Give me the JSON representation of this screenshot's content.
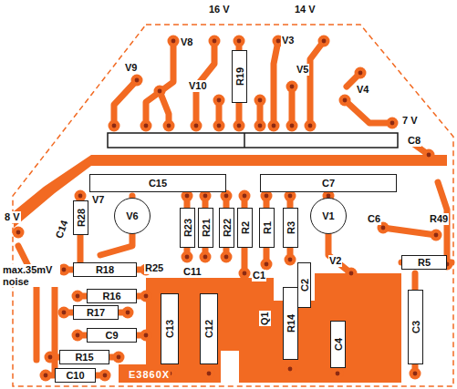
{
  "diagram": {
    "nodes": [
      {
        "text": [
          "C15"
        ]
      },
      {
        "text": [
          "C7"
        ]
      },
      {
        "text": [
          "R19"
        ]
      },
      {
        "text": [
          "V6"
        ]
      },
      {
        "text": [
          "R28"
        ]
      },
      {
        "text": [
          "R23"
        ]
      },
      {
        "text": [
          "R21"
        ]
      },
      {
        "text": [
          "R22"
        ]
      },
      {
        "text": [
          "R2"
        ]
      },
      {
        "text": [
          "R1"
        ]
      },
      {
        "text": [
          "R3"
        ]
      },
      {
        "text": [
          "V1"
        ]
      },
      {
        "text": [
          "R18"
        ]
      },
      {
        "text": [
          "R5"
        ]
      },
      {
        "text": [
          "R16"
        ]
      },
      {
        "text": [
          "R17"
        ]
      },
      {
        "text": [
          "C9"
        ]
      },
      {
        "text": [
          "R15"
        ]
      },
      {
        "text": [
          "C10"
        ]
      },
      {
        "text": [
          "C13"
        ]
      },
      {
        "text": [
          "C12"
        ]
      },
      {
        "text": [
          "R14"
        ]
      },
      {
        "text": [
          "C2"
        ]
      },
      {
        "text": [
          "C4"
        ]
      },
      {
        "text": [
          "C3"
        ]
      }
    ],
    "labels": [
      "16 V",
      "14 V",
      "V8",
      "V9",
      "V10",
      "V3",
      "V5",
      "V4",
      "7 V",
      "C8",
      "max.35mV noise",
      "8 V",
      "C14",
      "V7",
      "C6",
      "R49",
      "V2",
      "R25",
      "C11",
      "C1",
      "Q1",
      "E3860X"
    ]
  }
}
